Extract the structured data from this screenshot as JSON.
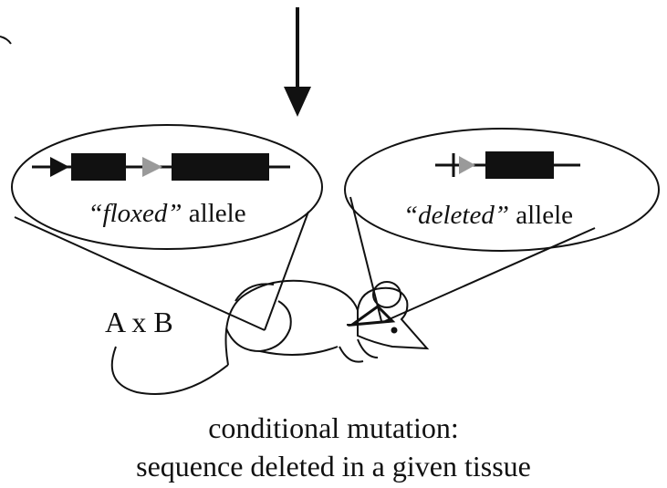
{
  "diagram": {
    "floxed_label_italic": "“floxed”",
    "floxed_label_rest": " allele",
    "deleted_label_italic": "“deleted”",
    "deleted_label_rest": " allele",
    "cross_label": "A x B",
    "caption_line_1": "conditional mutation:",
    "caption_line_2": "sequence deleted in a given tissue"
  },
  "colors": {
    "ink": "#111111",
    "loxp_grey": "#9a9a9a",
    "background": "#ffffff"
  },
  "icons": {
    "arrow": "down-arrow-icon",
    "mouse": "mouse-icon"
  }
}
